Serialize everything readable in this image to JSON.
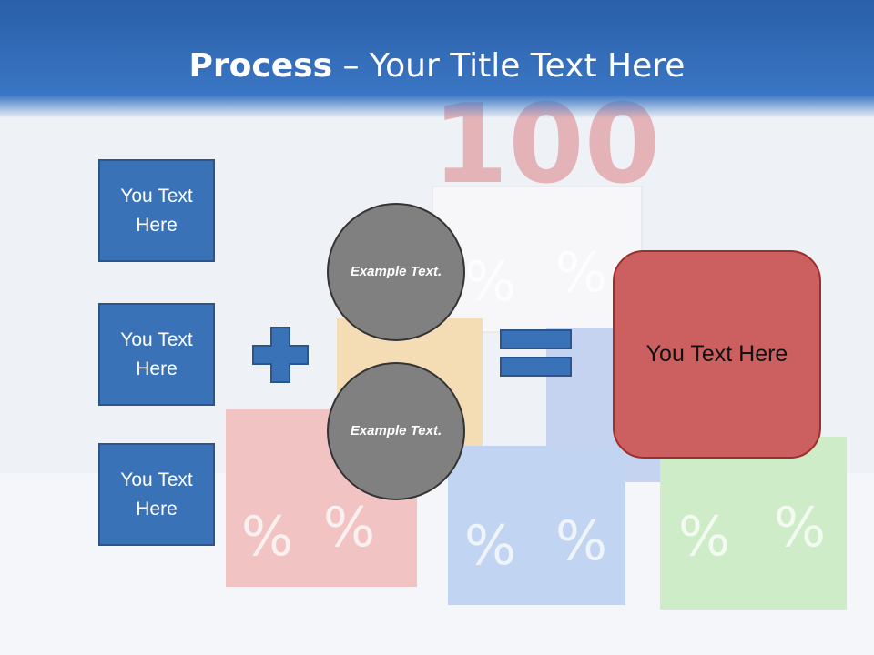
{
  "title": {
    "bold": "Process",
    "rest": " – Your Title Text Here"
  },
  "left_boxes": [
    "You Text Here",
    "You Text Here",
    "You Text Here"
  ],
  "circles": [
    "Example Text.",
    "Example Text."
  ],
  "result": "You Text Here",
  "colors": {
    "header": "#2a5fa8",
    "box": "#3a72b8",
    "circle": "#808080",
    "result": "#cc6060"
  }
}
